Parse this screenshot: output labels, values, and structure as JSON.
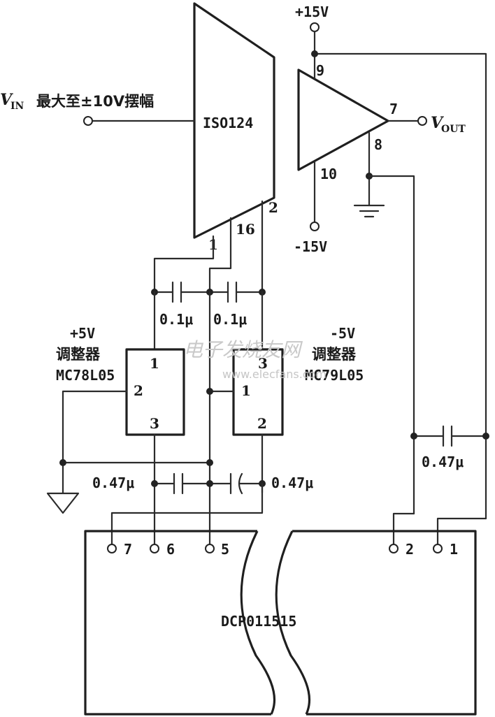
{
  "input": {
    "v_letter": "V",
    "v_sub": "IN",
    "range_text": "最大至±10V摆幅"
  },
  "iso124": {
    "name": "ISO124",
    "pin_a": "1",
    "pin_b": "16",
    "pin_c": "2"
  },
  "opamp": {
    "pin_supply_pos": "9",
    "pin_out": "7",
    "pin_gnd": "8",
    "pin_supply_neg": "10",
    "supply_pos_label": "+15V",
    "supply_neg_label": "-15V",
    "out_letter": "V",
    "out_sub": "OUT"
  },
  "caps": {
    "c1": "0.1μ",
    "c2": "0.1μ",
    "c3": "0.47μ",
    "c4": "0.47μ",
    "c5": "0.47μ"
  },
  "reg_pos": {
    "voltage": "+5V",
    "type": "调整器",
    "part": "MC78L05",
    "pin1": "1",
    "pin2": "2",
    "pin3": "3"
  },
  "reg_neg": {
    "voltage": "-5V",
    "type": "调整器",
    "part": "MC79L05",
    "pin1": "1",
    "pin2": "2",
    "pin3": "3"
  },
  "dcp": {
    "name": "DCP011515",
    "pins": [
      "7",
      "6",
      "5",
      "2",
      "1"
    ]
  },
  "watermark": {
    "title": "电子发烧友网",
    "url": "www.elecfans.com"
  }
}
